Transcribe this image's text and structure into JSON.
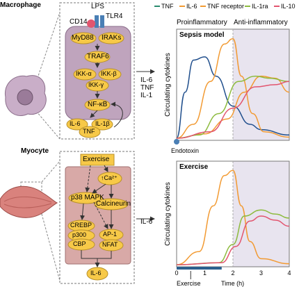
{
  "legend": [
    {
      "name": "TNF",
      "color": "#2a8b6e"
    },
    {
      "name": "IL-6",
      "color": "#f29a32"
    },
    {
      "name": "TNF receptor",
      "color": "#f29a32"
    },
    {
      "name": "IL-1ra",
      "color": "#8dbb3e"
    },
    {
      "name": "IL-10",
      "color": "#e2556f"
    }
  ],
  "macrophage": {
    "title": "Macrophage",
    "lps": "LPS",
    "tlr4": "TLR4",
    "cd14": "CD14",
    "nodes": {
      "myd88": "MyD88",
      "iraks": "IRAKs",
      "traf6": "TRAF6",
      "ikka": "IKK-α",
      "ikkb": "IKK-β",
      "ikkg": "IKK-γ",
      "nfkb": "NF-κB",
      "il6": "IL-6",
      "il1b": "IL-1β",
      "tnf": "TNF"
    },
    "outputs": "IL-6\nTNF\nIL-1",
    "icon": "macrophage-cell-icon"
  },
  "myocyte": {
    "title": "Myocyte",
    "exercise": "Exercise",
    "ca": "↑Ca²⁺",
    "p38": "p38 MAPK",
    "calcineurin": "Calcineurin",
    "crebp": "CREBP",
    "p300": "p300",
    "cbp": "CBP",
    "ap1": "AP-1",
    "nfat": "NFAT",
    "il6": "IL-6",
    "output": "IL-6",
    "icon": "muscle-fiber-icon"
  },
  "phase_labels": {
    "pro": "Proinflammatory",
    "anti": "Anti-inflammatory"
  },
  "chart_data": [
    {
      "type": "line",
      "title": "Sepsis model",
      "ylabel": "Circulating cytokines",
      "annotation": "Endotoxin",
      "phase_split_x": 2,
      "series": [
        {
          "name": "TNF",
          "color": "#1f4e8c",
          "x": [
            0,
            0.3,
            0.6,
            1.0,
            1.4,
            2.0,
            2.6,
            3.0,
            4.0
          ],
          "y": [
            0.02,
            0.45,
            0.75,
            0.78,
            0.6,
            0.32,
            0.15,
            0.1,
            0.05
          ]
        },
        {
          "name": "IL-6",
          "color": "#f29a32",
          "x": [
            0,
            0.6,
            1.2,
            1.7,
            2.0,
            2.3,
            2.7,
            3.1,
            4.0
          ],
          "y": [
            0.02,
            0.15,
            0.55,
            0.9,
            0.95,
            0.6,
            0.25,
            0.08,
            0.03
          ]
        },
        {
          "name": "TNF receptor",
          "color": "#f29a32",
          "x": [
            0,
            1.0,
            1.8,
            2.4,
            3.0,
            3.5,
            4.0
          ],
          "y": [
            0.02,
            0.06,
            0.2,
            0.45,
            0.6,
            0.58,
            0.45
          ]
        },
        {
          "name": "IL-1ra",
          "color": "#8dbb3e",
          "x": [
            0,
            0.8,
            1.5,
            2.2,
            2.8,
            3.3,
            4.0
          ],
          "y": [
            0.02,
            0.05,
            0.25,
            0.55,
            0.6,
            0.58,
            0.55
          ]
        },
        {
          "name": "IL-10",
          "color": "#e2556f",
          "x": [
            0,
            1.2,
            2.0,
            2.8,
            3.5,
            4.0
          ],
          "y": [
            0.02,
            0.08,
            0.3,
            0.5,
            0.52,
            0.55
          ]
        }
      ]
    },
    {
      "type": "line",
      "title": "Exercise",
      "ylabel": "Circulating cytokines",
      "xlabel": "Time (h)",
      "annotation": "Exercise",
      "xlim": [
        0,
        4
      ],
      "x_ticks": [
        "0",
        "1",
        "2",
        "3",
        "4"
      ],
      "phase_split_x": 2,
      "series": [
        {
          "name": "IL-6",
          "color": "#f29a32",
          "x": [
            0,
            0.8,
            1.3,
            1.7,
            2.0,
            2.3,
            2.6,
            3.0,
            4.0
          ],
          "y": [
            0.02,
            0.15,
            0.6,
            0.9,
            0.95,
            0.6,
            0.25,
            0.08,
            0.03
          ]
        },
        {
          "name": "IL-1ra",
          "color": "#8dbb3e",
          "x": [
            0,
            1.5,
            2.0,
            2.4,
            3.0,
            3.5,
            4.0
          ],
          "y": [
            0.02,
            0.04,
            0.22,
            0.5,
            0.56,
            0.52,
            0.48
          ]
        },
        {
          "name": "IL-10",
          "color": "#e2556f",
          "x": [
            0,
            1.6,
            2.1,
            2.6,
            3.0,
            3.5,
            4.0
          ],
          "y": [
            0.02,
            0.04,
            0.2,
            0.45,
            0.5,
            0.46,
            0.4
          ]
        }
      ]
    }
  ]
}
